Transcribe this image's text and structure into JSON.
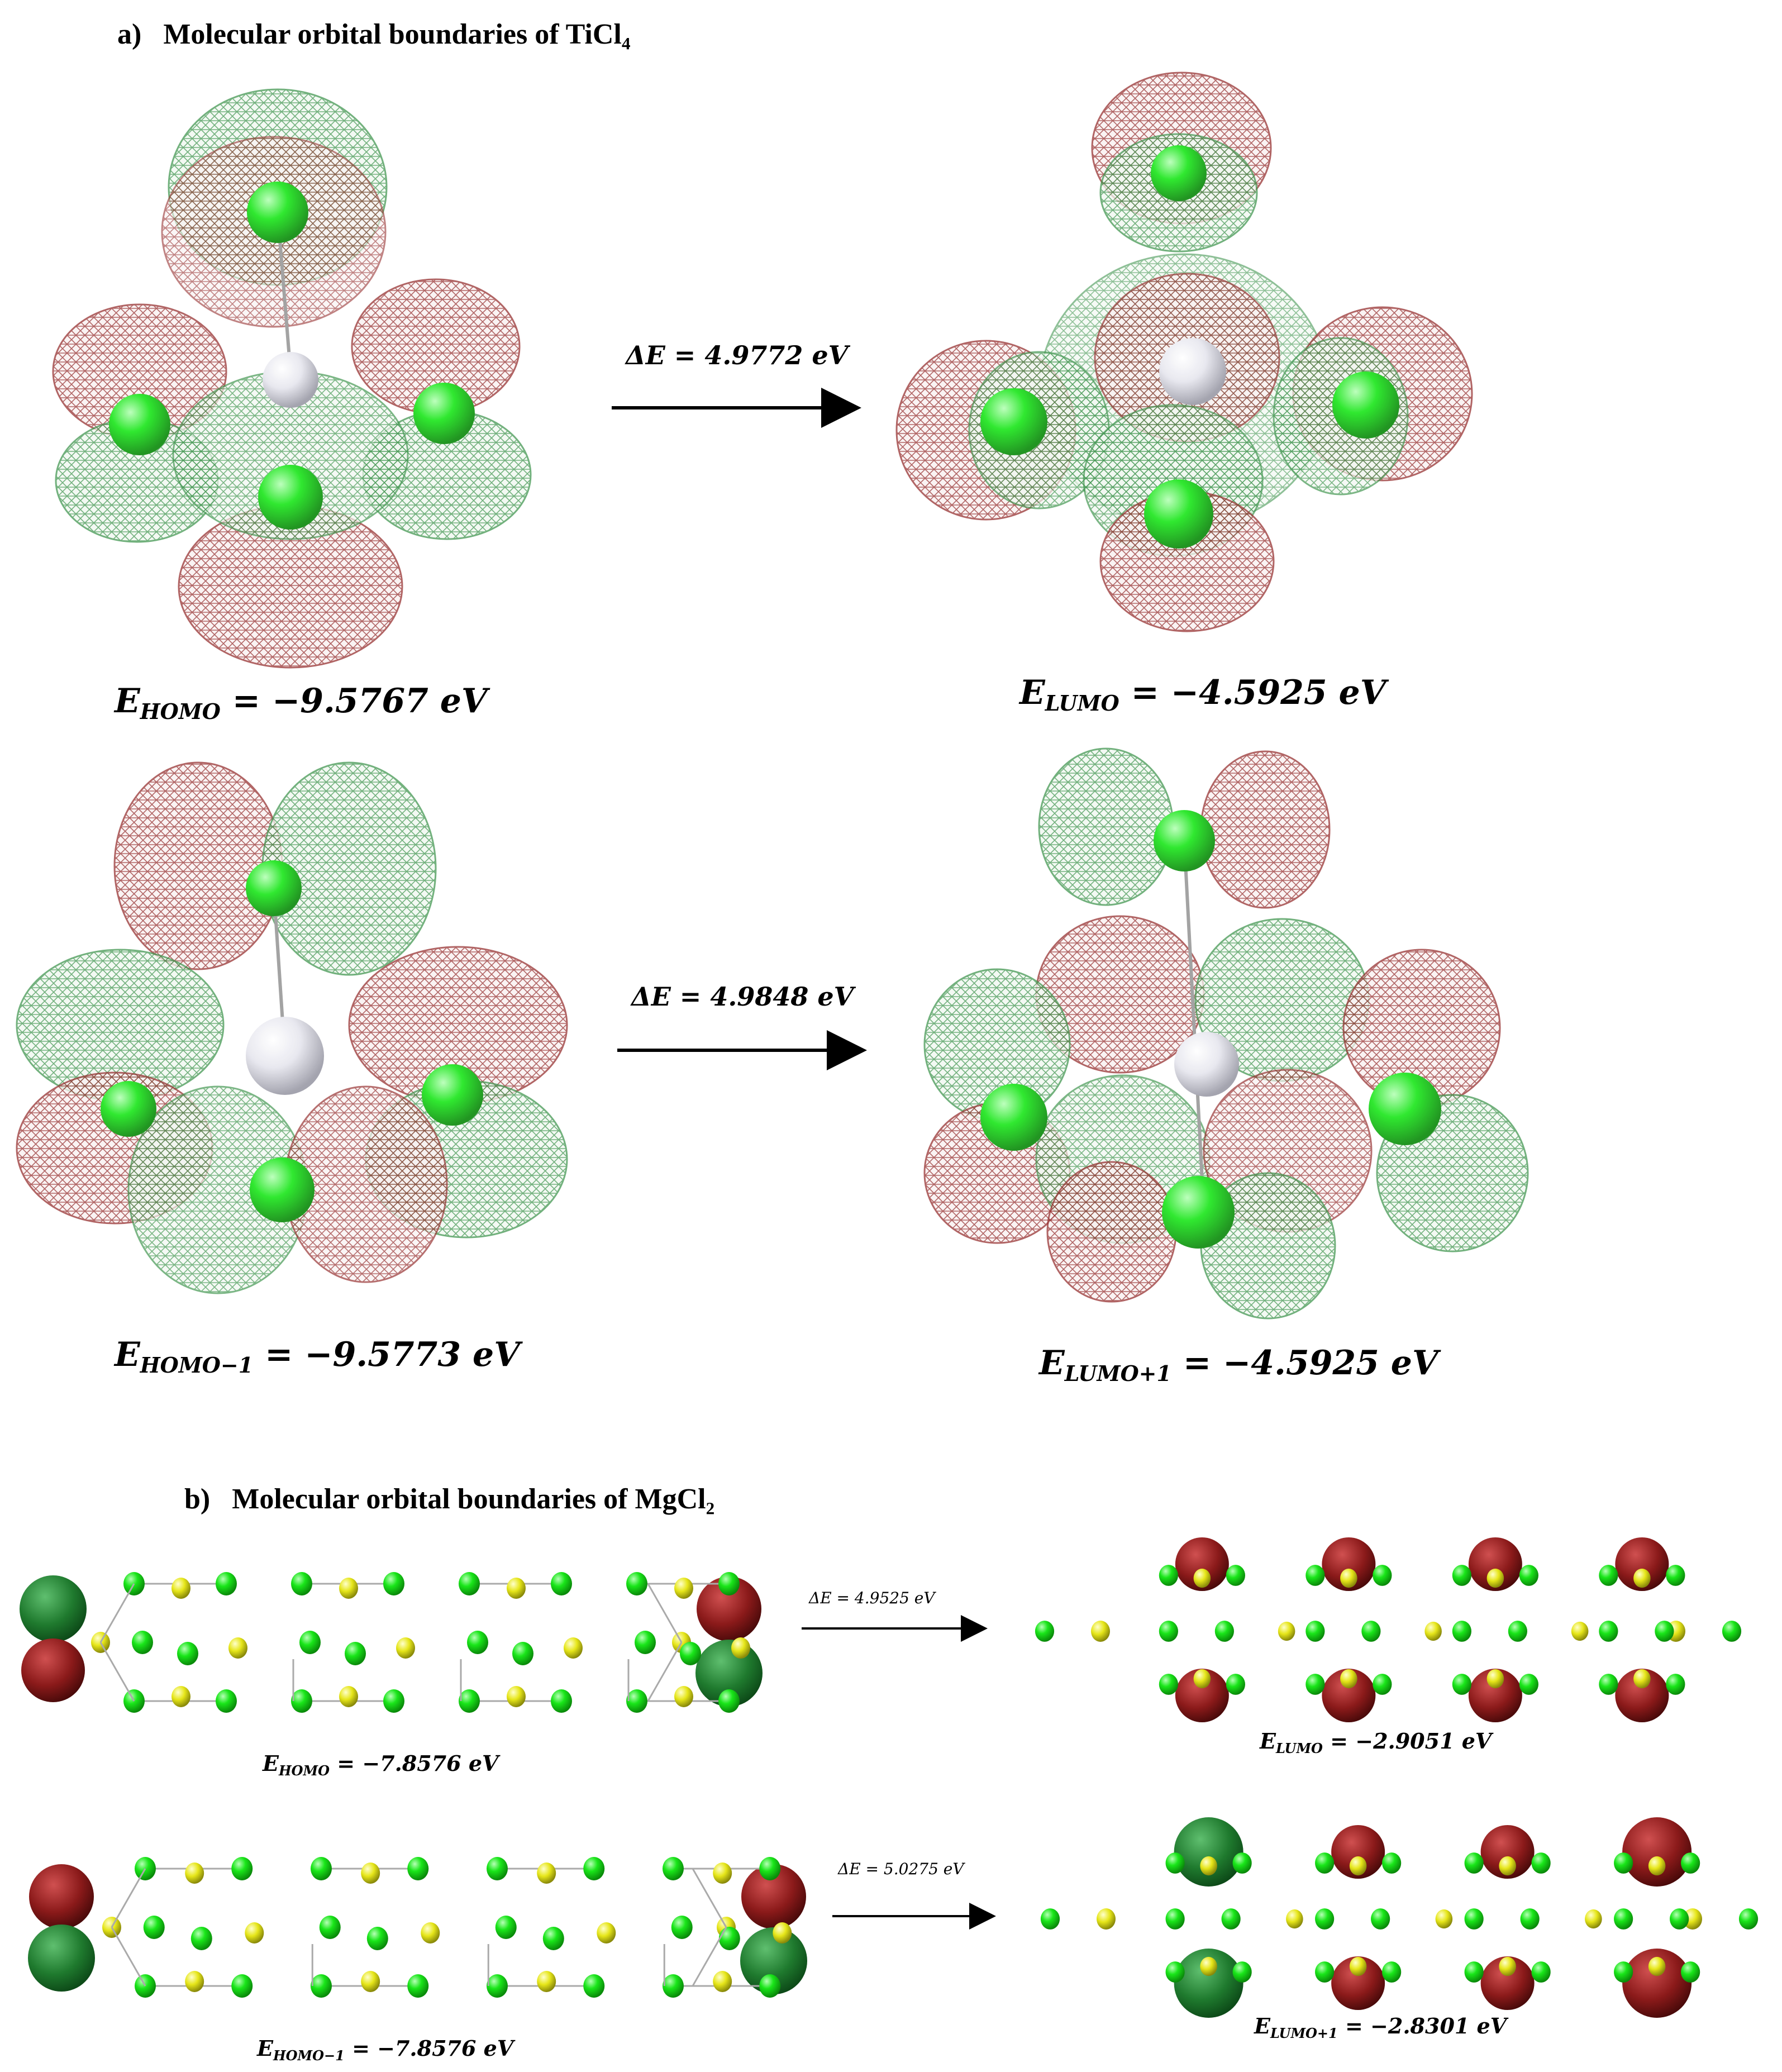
{
  "panel_a": {
    "title": "a)  Molecular orbital boundaries of TiCl₄",
    "homo": {
      "prefix": "E",
      "sub": "HOMO",
      "value": " = −9.5767 eV"
    },
    "lumo": {
      "prefix": "E",
      "sub": "LUMO",
      "value": " = −4.5925 eV"
    },
    "homo_1": {
      "prefix": "E",
      "sub": "HOMO−1",
      "value": " = −9.5773 eV"
    },
    "lumo_1": {
      "prefix": "E",
      "sub": "LUMO+1",
      "value": " = −4.5925 eV"
    },
    "gap_1": "ΔE = 4.9772 eV",
    "gap_2": "ΔE = 4.9848 eV"
  },
  "panel_b": {
    "title": "b)  Molecular orbital boundaries of MgCl₂",
    "homo": {
      "prefix": "E",
      "sub": "HOMO",
      "value": " = −7.8576 eV"
    },
    "lumo": {
      "prefix": "E",
      "sub": "LUMO",
      "value": " = −2.9051 eV"
    },
    "homo_1": {
      "prefix": "E",
      "sub": "HOMO−1",
      "value": " = −7.8576 eV"
    },
    "lumo_1": {
      "prefix": "E",
      "sub": "LUMO+1",
      "value": " = −2.8301 eV"
    },
    "gap_1": "ΔE = 4.9525 eV",
    "gap_2": "ΔE = 5.0275 eV"
  },
  "colors": {
    "positive_lobe": "#2e8b3e",
    "negative_lobe": "#8b1a1a",
    "cl_atom": "#19e619",
    "ti_atom": "#e6e6ee",
    "mg_atom": "#e6e619"
  }
}
